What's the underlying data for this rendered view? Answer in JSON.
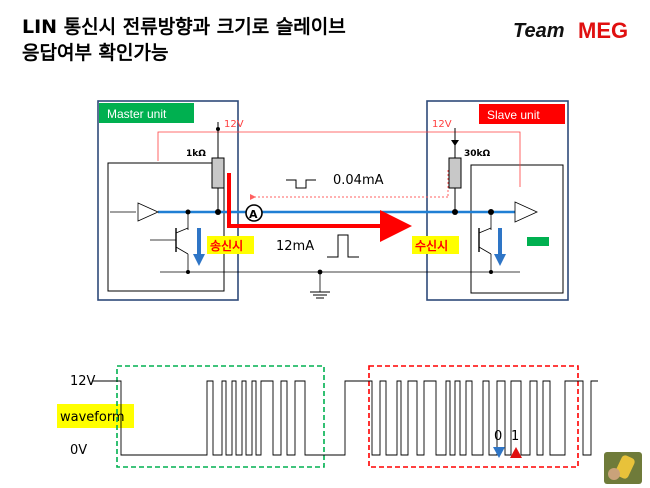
{
  "title_line1": "LIN 통신시 전류방향과 크기로 슬레이브",
  "title_line2": "응답여부 확인가능",
  "brand": {
    "team": "Team",
    "name": "MEG"
  },
  "master_unit": {
    "label": "Master unit",
    "label_bg": "#00b050",
    "voltage": "12V",
    "resistor": "1kΩ",
    "tag": "송신시"
  },
  "slave_unit": {
    "label": "Slave unit",
    "label_bg": "#ff0000",
    "voltage": "12V",
    "resistor": "30kΩ",
    "tag": "수신시"
  },
  "ammeter_label": "A",
  "current_small": "0.04mA",
  "current_large": "12mA",
  "waveform": {
    "label": "waveform",
    "high": "12V",
    "low": "0V",
    "bit0": "0",
    "bit1": "1"
  },
  "colors": {
    "bus": "#1f7fd4",
    "arrow": "#ff0000",
    "box": "#2e4a7a",
    "tag_bg": "#ffff00",
    "green_led": "#00b050"
  }
}
